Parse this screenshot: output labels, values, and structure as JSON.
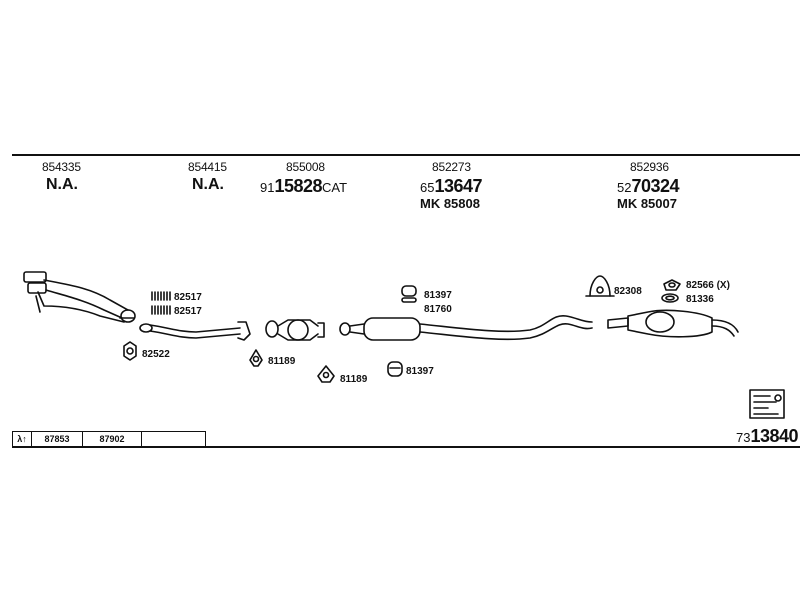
{
  "header_columns": [
    {
      "part": "854335",
      "status": "N.A."
    },
    {
      "part": "854415",
      "status": "N.A."
    },
    {
      "part": "855008",
      "code_prefix": "91",
      "code_main": "15828",
      "code_suffix": "CAT"
    },
    {
      "part": "852273",
      "code_prefix": "65",
      "code_main": "13647",
      "mk": "MK 85808"
    },
    {
      "part": "852936",
      "code_prefix": "52",
      "code_main": "70324",
      "mk": "MK 85007"
    }
  ],
  "fittings": {
    "clamp_a": "82517",
    "clamp_b": "82517",
    "gasket_a": "82522",
    "gasket_b": "81189",
    "gasket_c": "81189",
    "rubber_a": "81397",
    "clamp_c": "81760",
    "rubber_b": "81397",
    "hanger": "82308",
    "kit_x": "82566 (X)",
    "ring": "81336"
  },
  "reference_strip": {
    "symbol": "λ↑",
    "ref1": "87853",
    "ref2": "87902",
    "ref3": ""
  },
  "diagram_number": {
    "prefix": "73",
    "main": "13840"
  }
}
